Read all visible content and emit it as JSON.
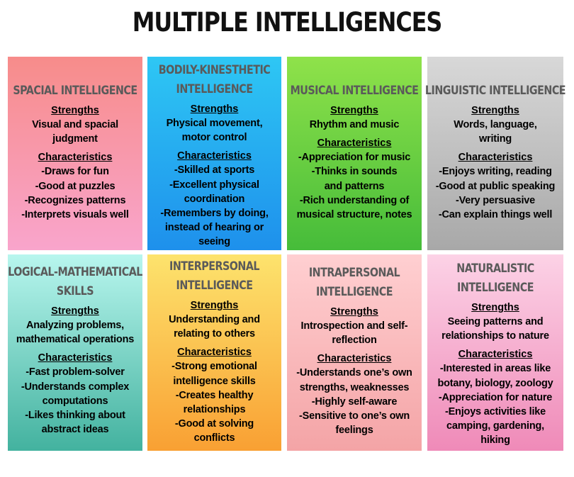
{
  "title": "MULTIPLE INTELLIGENCES",
  "cards": [
    {
      "title_lines": [
        "SPACIAL INTELLIGENCE"
      ],
      "strengths_label": "Strengths",
      "strengths_lines": [
        "Visual and spacial",
        "judgment"
      ],
      "characteristics_label": "Characteristics",
      "characteristics_lines": [
        "-Draws for fun",
        "-Good at puzzles",
        "-Recognizes patterns",
        "-Interprets visuals well"
      ],
      "colors": [
        "#f78c8a",
        "#f9a5cc"
      ]
    },
    {
      "title_lines": [
        "BODILY-KINESTHETIC",
        "INTELLIGENCE"
      ],
      "strengths_label": "Strengths",
      "strengths_lines": [
        "Physical movement,",
        "motor control"
      ],
      "characteristics_label": "Characteristics",
      "characteristics_lines": [
        "-Skilled at sports",
        "-Excellent physical",
        "coordination",
        "-Remembers by doing,",
        "instead of hearing or",
        "seeing"
      ],
      "colors": [
        "#2ec7f4",
        "#1e90ec"
      ]
    },
    {
      "title_lines": [
        "MUSICAL INTELLIGENCE"
      ],
      "strengths_label": "Strengths",
      "strengths_lines": [
        "Rhythm and music"
      ],
      "characteristics_label": "Characteristics",
      "characteristics_lines": [
        "-Appreciation for music",
        "-Thinks in sounds",
        "and patterns",
        "-Rich understanding of",
        "musical structure, notes"
      ],
      "colors": [
        "#8fe24a",
        "#46bc3a"
      ]
    },
    {
      "title_lines": [
        "LINGUISTIC INTELLIGENCE"
      ],
      "strengths_label": "Strengths",
      "strengths_lines": [
        "Words, language,",
        "writing"
      ],
      "characteristics_label": "Characteristics",
      "characteristics_lines": [
        "-Enjoys writing, reading",
        "-Good at public speaking",
        "-Very persuasive",
        "-Can explain things well"
      ],
      "colors": [
        "#d8d8d8",
        "#a8a8a8"
      ]
    },
    {
      "title_lines": [
        "LOGICAL-MATHEMATICAL",
        "SKILLS"
      ],
      "strengths_label": "Strengths",
      "strengths_lines": [
        "Analyzing problems,",
        "mathematical operations"
      ],
      "characteristics_label": "Characteristics",
      "characteristics_lines": [
        "-Fast problem-solver",
        "-Understands complex",
        "computations",
        "-Likes thinking about",
        "abstract ideas"
      ],
      "colors": [
        "#b8f6ee",
        "#43b29f"
      ]
    },
    {
      "title_lines": [
        "INTERPERSONAL",
        "INTELLIGENCE"
      ],
      "strengths_label": "Strengths",
      "strengths_lines": [
        "Understanding and",
        "relating to others"
      ],
      "characteristics_label": "Characteristics",
      "characteristics_lines": [
        "-Strong emotional",
        "intelligence skills",
        "-Creates healthy",
        "relationships",
        "-Good at solving",
        "conflicts"
      ],
      "colors": [
        "#fde36d",
        "#f9a033"
      ]
    },
    {
      "title_lines": [
        "INTRAPERSONAL",
        "INTELLIGENCE"
      ],
      "strengths_label": "Strengths",
      "strengths_lines": [
        "Introspection and self-",
        "reflection"
      ],
      "characteristics_label": "Characteristics",
      "characteristics_lines": [
        "-Understands one’s own",
        "strengths, weaknesses",
        "-Highly self-aware",
        "-Sensitive to one’s own",
        "feelings"
      ],
      "colors": [
        "#ffcfd1",
        "#f4a4a6"
      ]
    },
    {
      "title_lines": [
        "NATURALISTIC",
        "INTELLIGENCE"
      ],
      "strengths_label": "Strengths",
      "strengths_lines": [
        "Seeing patterns and",
        "relationships to nature"
      ],
      "characteristics_label": "Characteristics",
      "characteristics_lines": [
        "-Interested in areas like",
        "botany, biology, zoology",
        "-Appreciation for nature",
        "-Enjoys activities like",
        "camping, gardening,",
        "hiking"
      ],
      "colors": [
        "#fcd2e6",
        "#ef8ab8"
      ]
    }
  ]
}
